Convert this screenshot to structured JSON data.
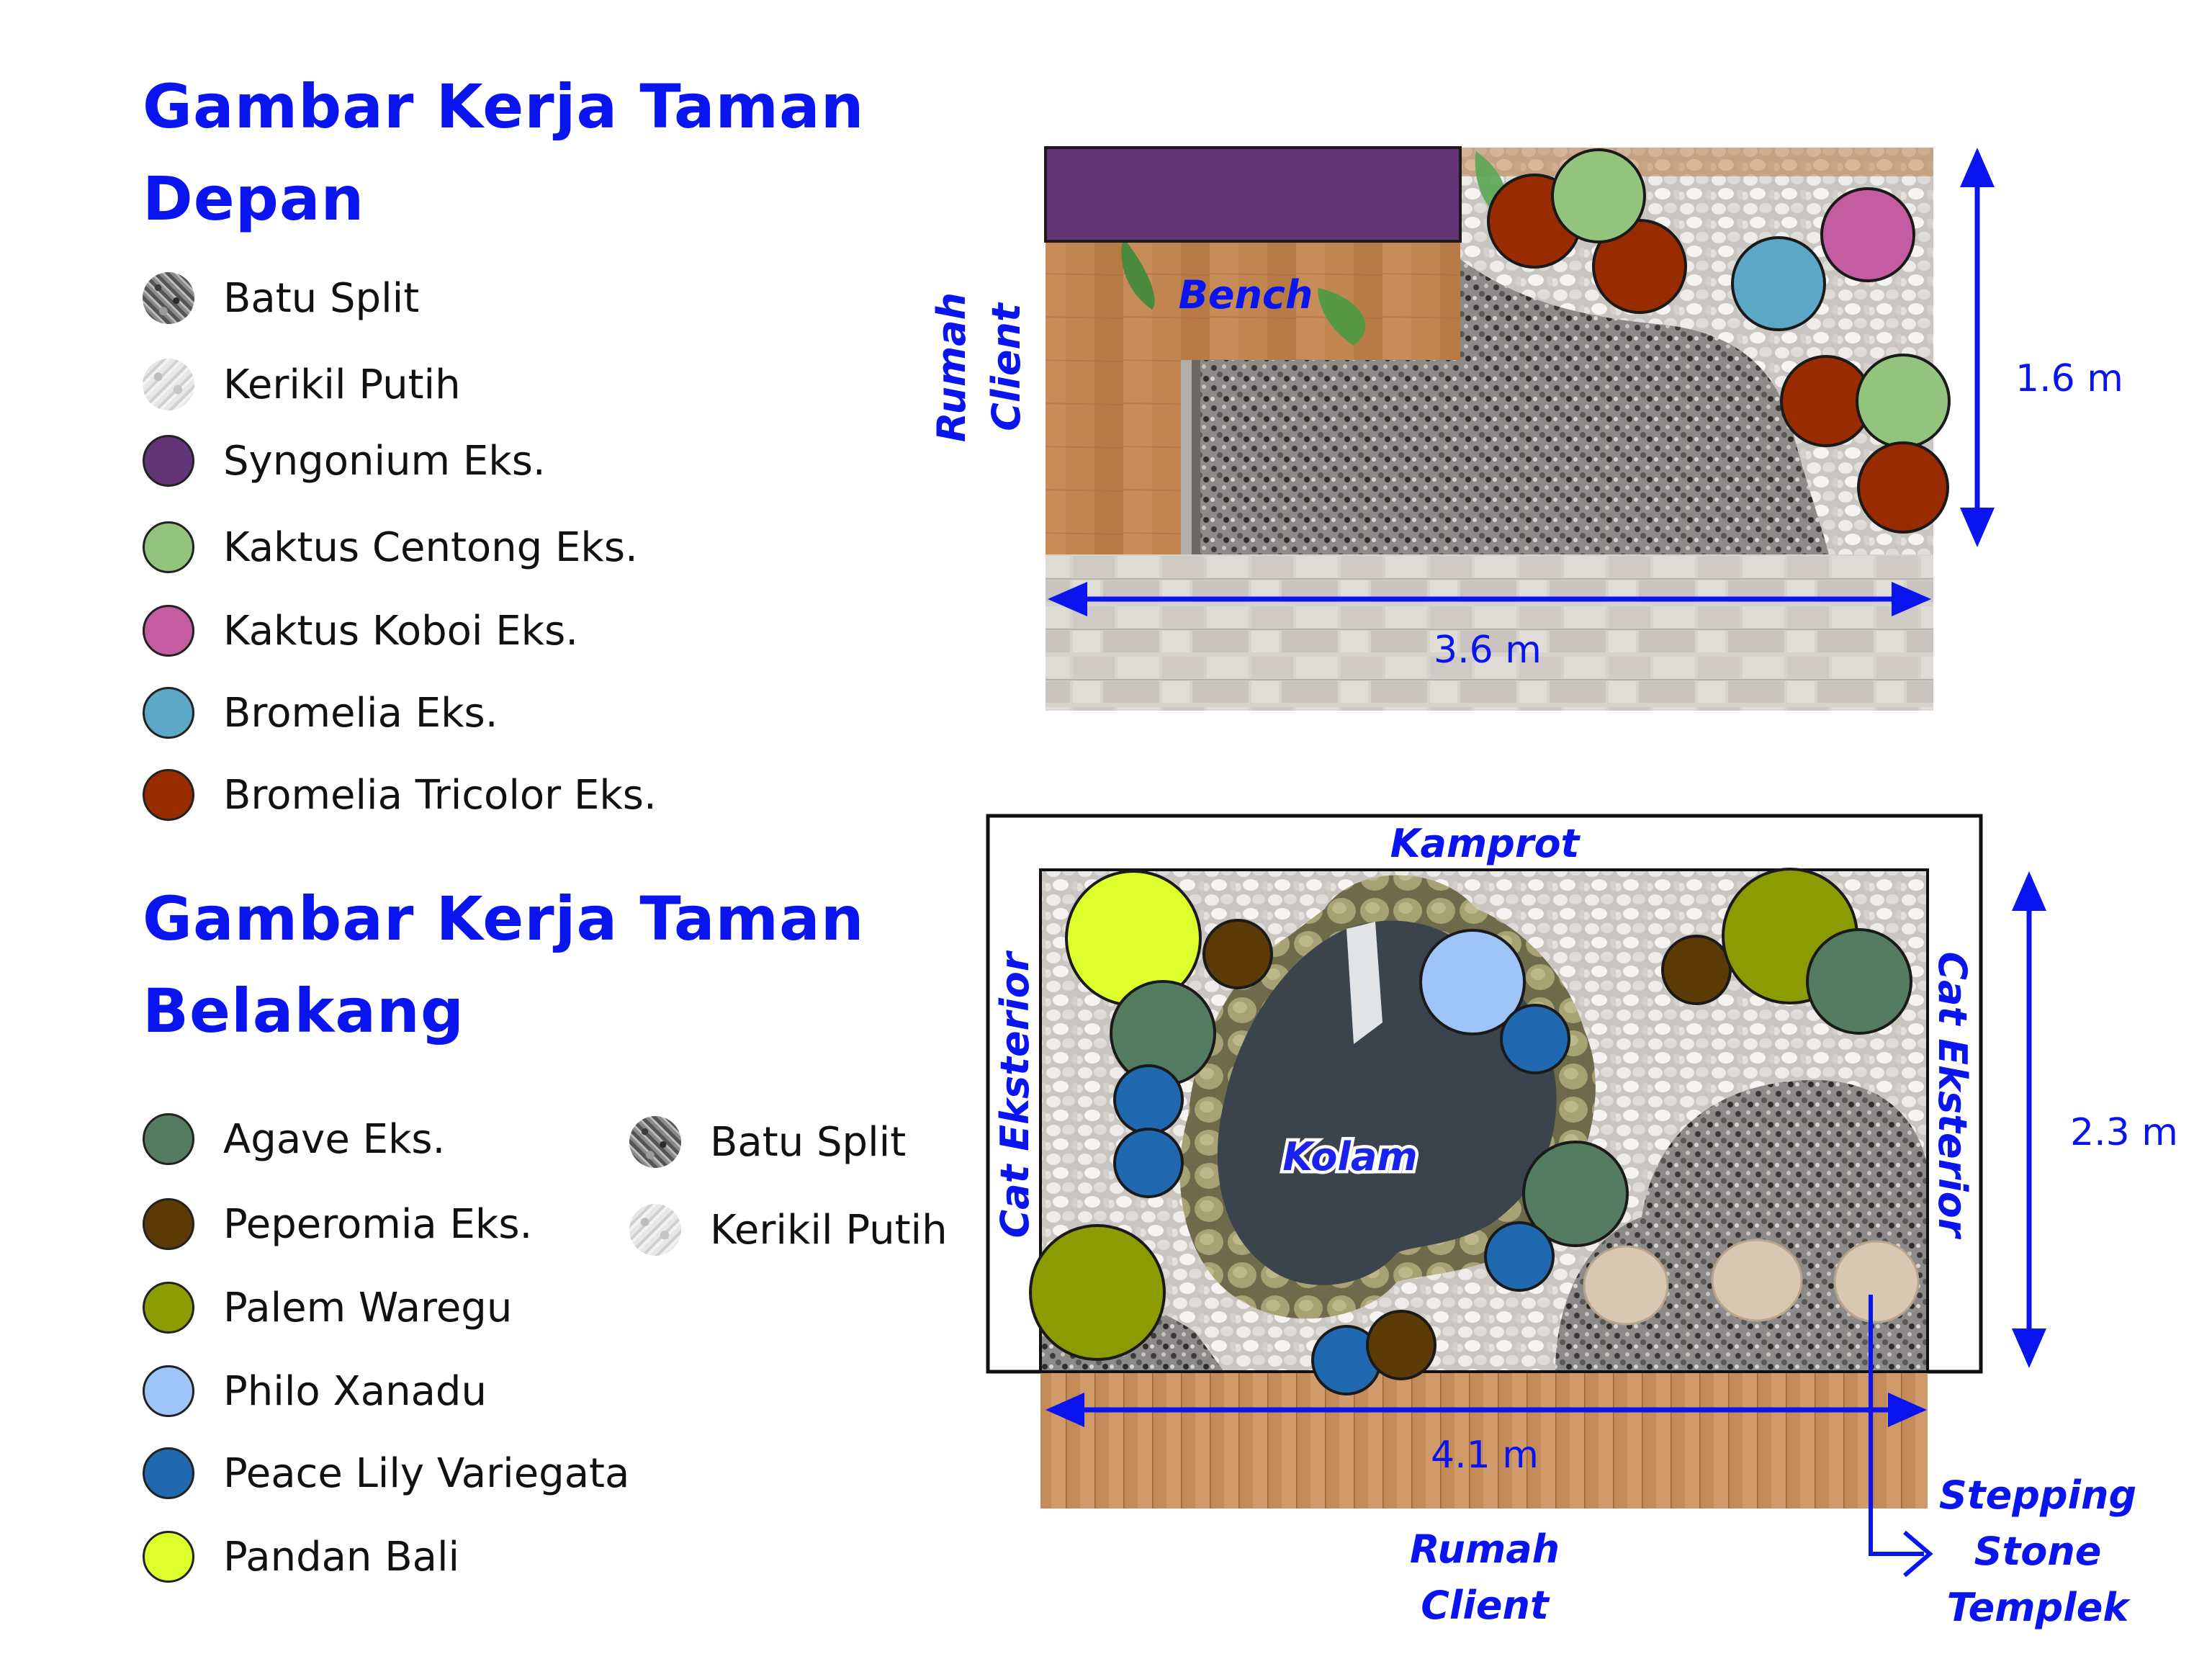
{
  "front": {
    "title_line1": "Gambar Kerja Taman",
    "title_line2": "Depan",
    "legend": [
      {
        "label": "Batu Split",
        "swatch": "batu-split",
        "color": "#6f6f6f"
      },
      {
        "label": "Kerikil Putih",
        "swatch": "kerikil-putih",
        "color": "#dcdcdc"
      },
      {
        "label": "Syngonium Eks.",
        "swatch": "circle",
        "color": "#633476"
      },
      {
        "label": "Kaktus Centong Eks.",
        "swatch": "circle",
        "color": "#93c47d"
      },
      {
        "label": "Kaktus Koboi Eks.",
        "swatch": "circle",
        "color": "#c55ba0"
      },
      {
        "label": "Bromelia Eks.",
        "swatch": "circle",
        "color": "#5ba7c5"
      },
      {
        "label": "Bromelia Tricolor Eks.",
        "swatch": "circle",
        "color": "#992b00"
      }
    ],
    "plan": {
      "label_house_line1": "Rumah",
      "label_house_line2": "Client",
      "label_bench": "Bench",
      "dim_width": "3.6 m",
      "dim_height": "1.6 m"
    }
  },
  "back": {
    "title_line1": "Gambar Kerja Taman",
    "title_line2": "Belakang",
    "legend_plants": [
      {
        "label": "Agave Eks.",
        "color": "#547c60"
      },
      {
        "label": "Peperomia Eks.",
        "color": "#5b3a06"
      },
      {
        "label": "Palem Waregu",
        "color": "#8b9c03"
      },
      {
        "label": "Philo Xanadu",
        "color": "#9fc5f8"
      },
      {
        "label": "Peace Lily Variegata",
        "color": "#2068b0"
      },
      {
        "label": "Pandan Bali",
        "color": "#deff2b"
      }
    ],
    "legend_materials": [
      {
        "label": "Batu Split",
        "swatch": "batu-split",
        "color": "#6f6f6f"
      },
      {
        "label": "Kerikil Putih",
        "swatch": "kerikil-putih",
        "color": "#dcdcdc"
      }
    ],
    "plan": {
      "label_top": "Kamprot",
      "label_left": "Cat Eksterior",
      "label_right": "Cat Eksterior",
      "label_pond": "Kolam",
      "label_house_line1": "Rumah",
      "label_house_line2": "Client",
      "label_stepping_line1": "Stepping",
      "label_stepping_line2": "Stone",
      "label_stepping_line3": "Templek",
      "dim_width": "4.1 m",
      "dim_height": "2.3 m"
    }
  },
  "colors": {
    "accent": "#0a14ee",
    "wood": "#c48a55",
    "paving": "#d9d5d1",
    "pond": "#3b434c"
  }
}
